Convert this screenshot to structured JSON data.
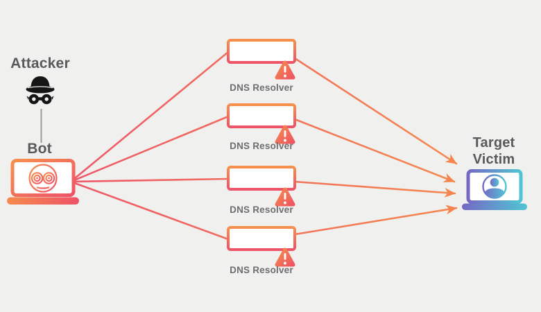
{
  "diagram_title": "DNS reflection DDoS attack diagram",
  "attacker": {
    "label": "Attacker"
  },
  "bot": {
    "label": "Bot"
  },
  "resolvers": [
    {
      "label": "DNS Resolver"
    },
    {
      "label": "DNS Resolver"
    },
    {
      "label": "DNS Resolver"
    },
    {
      "label": "DNS Resolver"
    }
  ],
  "target": {
    "label_line1": "Target",
    "label_line2": "Victim"
  },
  "icons": {
    "attacker": "spy-hat-mask-icon",
    "bot": "laptop-robot-icon",
    "resolver": "server-icon",
    "alert": "warning-triangle-icon",
    "target": "laptop-person-icon"
  },
  "colors": {
    "background": "#f0f0ee",
    "accent_orange": "#f68b4d",
    "accent_red_pink": "#ee5368",
    "arrowhead": "#f5854e",
    "target_purple": "#7569c4",
    "target_teal": "#4fc5d4",
    "heading_text": "#58595c",
    "sublabel_text": "#6d6e71",
    "connector_gray": "#9b9b9b",
    "spy_black": "#151515"
  }
}
